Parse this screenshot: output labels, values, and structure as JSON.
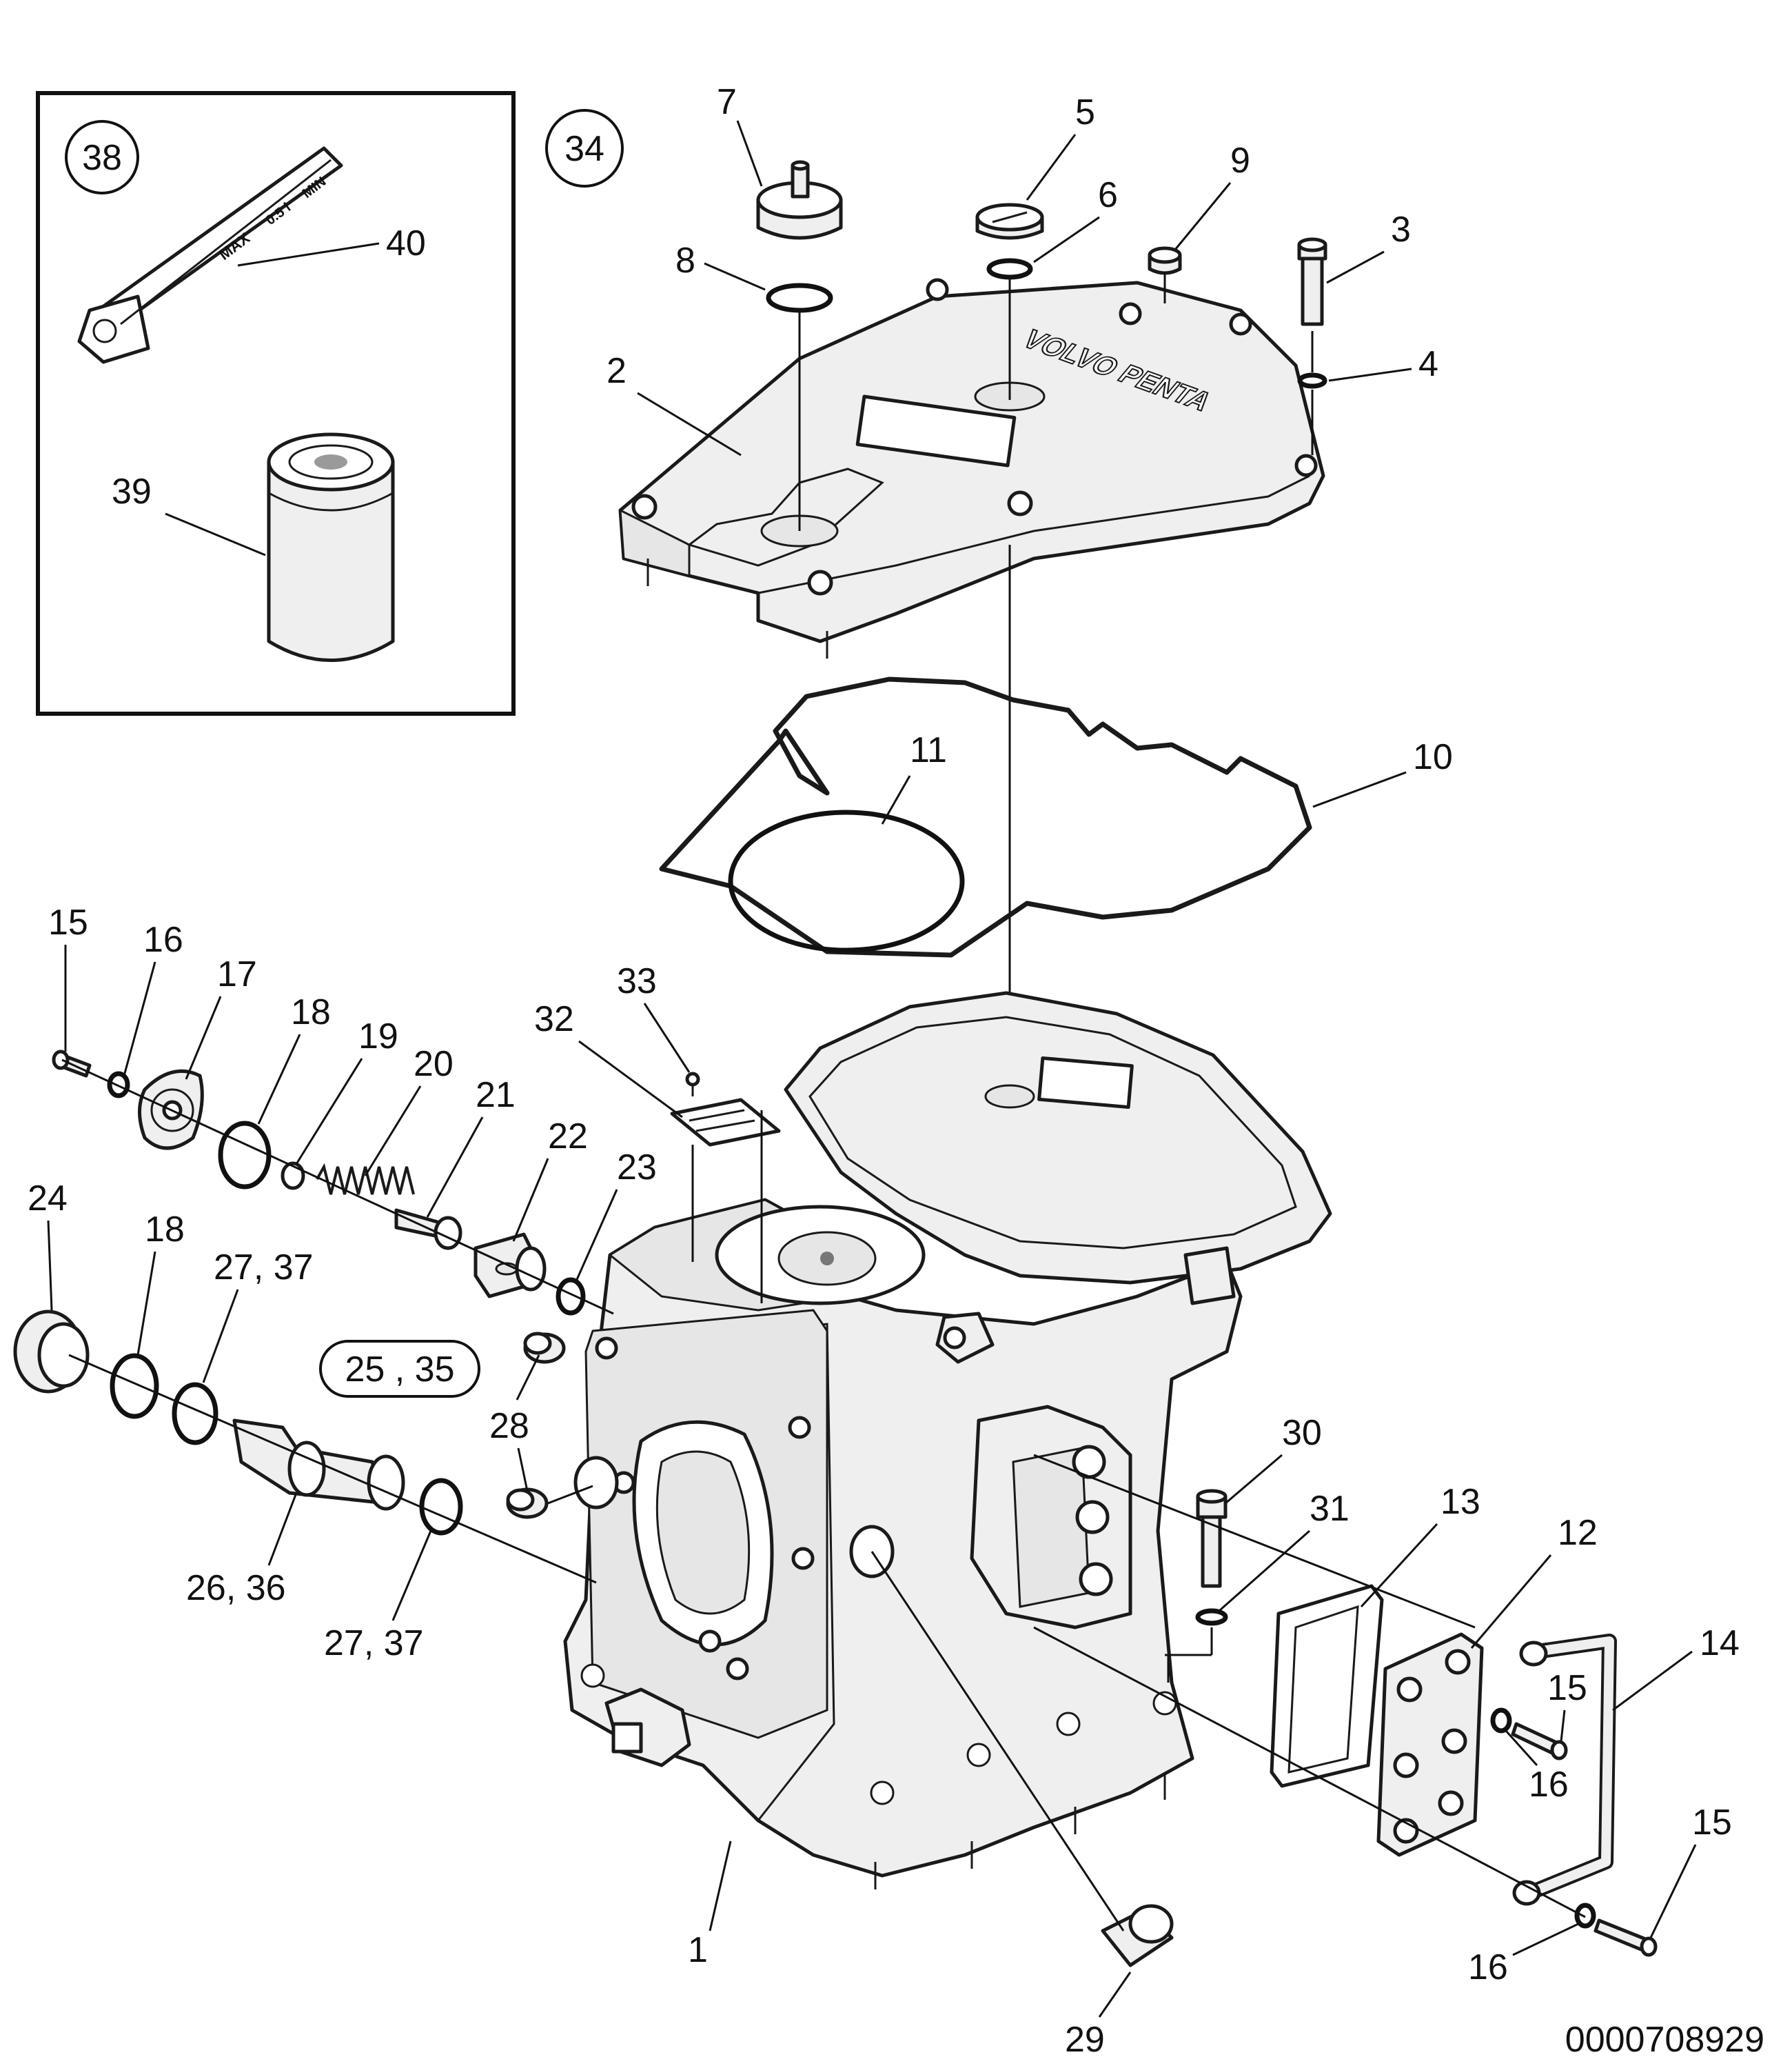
{
  "drawing_number": "0000708929",
  "inset_tag": "38",
  "assembly_tag": "34",
  "group_tag": "25 , 35",
  "dipstick_text": {
    "max": "MAX",
    "volume": "0.5 l",
    "min": "MIN"
  },
  "cover_brand": "VOLVO PENTA",
  "callouts": {
    "c1": "1",
    "c2": "2",
    "c3": "3",
    "c4": "4",
    "c5": "5",
    "c6": "6",
    "c7": "7",
    "c8": "8",
    "c9": "9",
    "c10": "10",
    "c11": "11",
    "c12": "12",
    "c13": "13",
    "c14": "14",
    "c15a": "15",
    "c15b": "15",
    "c15c": "15",
    "c16a": "16",
    "c16b": "16",
    "c16c": "16",
    "c17": "17",
    "c18a": "18",
    "c18b": "18",
    "c19": "19",
    "c20": "20",
    "c21": "21",
    "c22": "22",
    "c23": "23",
    "c24": "24",
    "c2737a": "27,  37",
    "c2636": "26,  36",
    "c2737b": "27,  37",
    "c28": "28",
    "c29": "29",
    "c30": "30",
    "c31": "31",
    "c32": "32",
    "c33": "33",
    "c39": "39",
    "c40": "40"
  }
}
